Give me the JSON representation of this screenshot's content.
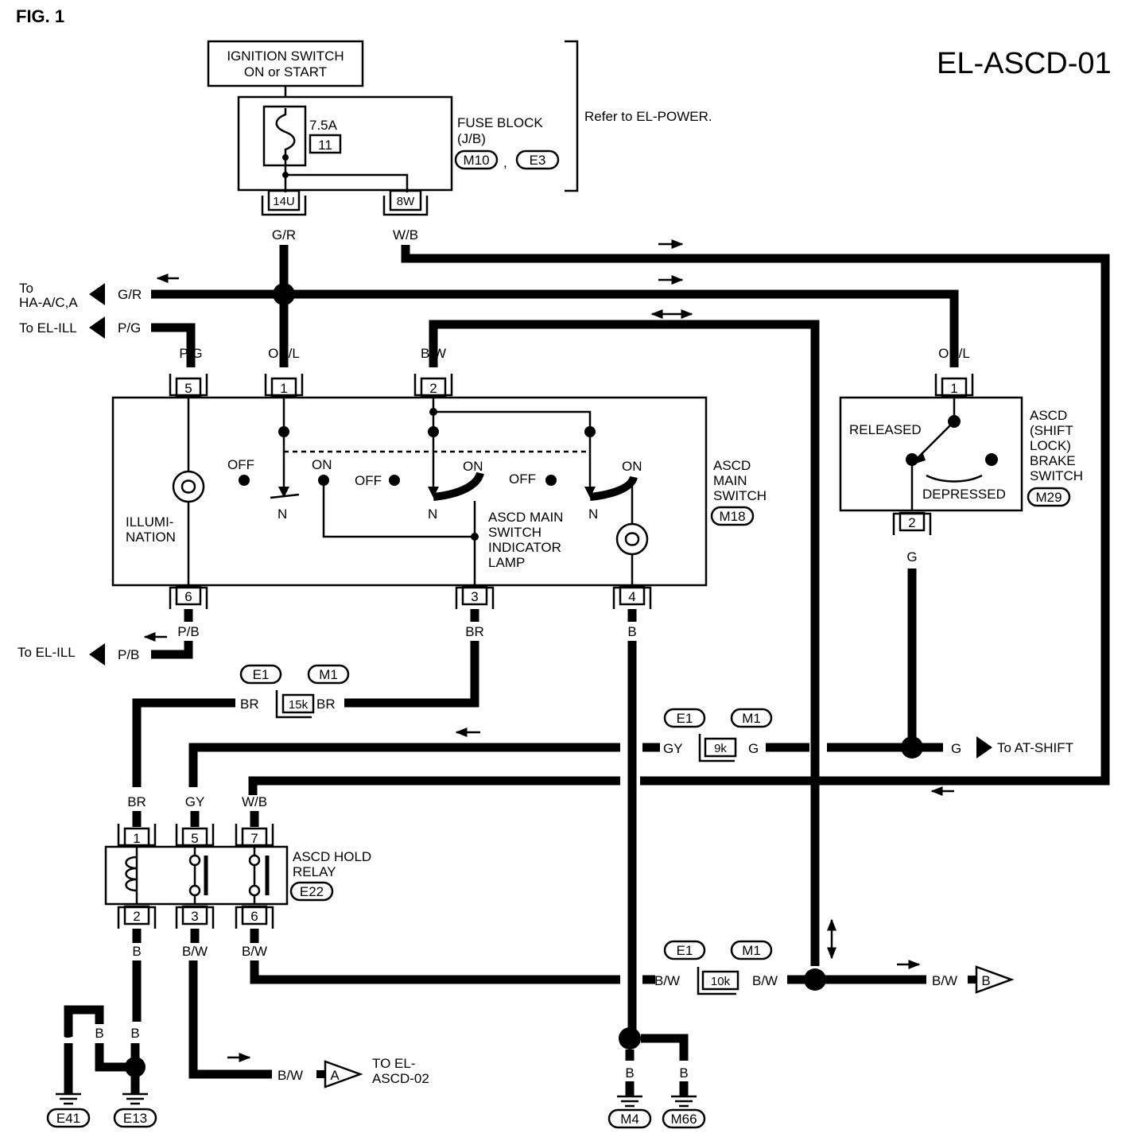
{
  "figure_label": "FIG. 1",
  "diagram_id": "EL-ASCD-01",
  "ignition": {
    "line1": "IGNITION SWITCH",
    "line2": "ON or START"
  },
  "fuse_block": {
    "rating": "7.5A",
    "fuse_no": "11",
    "label1": "FUSE BLOCK",
    "label2": "(J/B)",
    "conn1": "M10",
    "sep": ",",
    "conn2": "E3",
    "term_left": "14U",
    "term_right": "8W",
    "refer": "Refer to EL-POWER."
  },
  "wires": {
    "gr": "G/R",
    "wb": "W/B",
    "orl": "OR/L",
    "pg": "P/G",
    "bw": "B/W",
    "pb": "P/B",
    "br": "BR",
    "b": "B",
    "gy": "GY",
    "g": "G"
  },
  "destinations": {
    "ha_ac_1": "To",
    "ha_ac_2": "HA-A/C,A",
    "el_ill": "To EL-ILL",
    "at_shift": "To AT-SHIFT",
    "el_ascd02_1": "TO EL-",
    "el_ascd02_2": "ASCD-02",
    "conn_a": "A",
    "conn_b": "B"
  },
  "main_switch": {
    "label1": "ASCD",
    "label2": "MAIN",
    "label3": "SWITCH",
    "conn": "M18",
    "off": "OFF",
    "on": "ON",
    "n": "N",
    "illum1": "ILLUMI-",
    "illum2": "NATION",
    "lamp1": "ASCD MAIN",
    "lamp2": "SWITCH",
    "lamp3": "INDICATOR",
    "lamp4": "LAMP",
    "pins": {
      "p1": "1",
      "p2": "2",
      "p3": "3",
      "p4": "4",
      "p5": "5",
      "p6": "6"
    }
  },
  "brake_switch": {
    "label1": "ASCD",
    "label2": "(SHIFT",
    "label3": "LOCK)",
    "label4": "BRAKE",
    "label5": "SWITCH",
    "conn": "M29",
    "released": "RELEASED",
    "depressed": "DEPRESSED",
    "pin1": "1",
    "pin2": "2"
  },
  "hold_relay": {
    "label1": "ASCD HOLD",
    "label2": "RELAY",
    "conn": "E22",
    "pins": {
      "p1": "1",
      "p2": "2",
      "p3": "3",
      "p5": "5",
      "p6": "6",
      "p7": "7"
    }
  },
  "joints": {
    "e1": "E1",
    "m1": "M1",
    "j15": "15k",
    "j9": "9k",
    "j10": "10k"
  },
  "grounds": {
    "e41": "E41",
    "e13": "E13",
    "m4": "M4",
    "m66": "M66"
  }
}
